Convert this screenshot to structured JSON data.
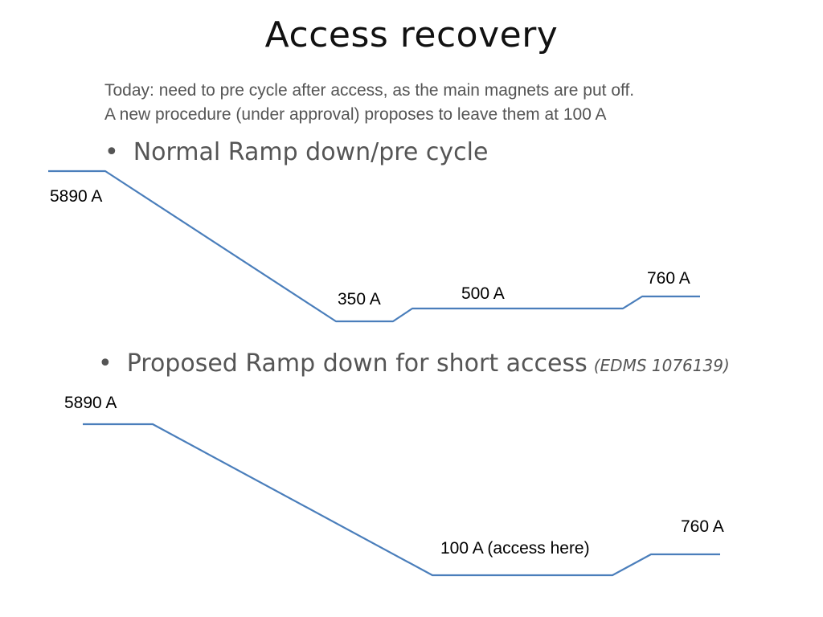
{
  "slide": {
    "title": "Access recovery",
    "intro": [
      "Today: need to pre cycle after access, as the main magnets are put off.",
      "A new procedure (under approval)  proposes to leave them at 100 A"
    ],
    "bullets": [
      {
        "text": "Normal Ramp down/pre cycle",
        "ref": ""
      },
      {
        "text": "Proposed Ramp down for short access",
        "ref": "(EDMS 1076139)"
      }
    ]
  },
  "diagrams": [
    {
      "name": "normal-ramp",
      "line_color": "#4a7ebb",
      "levels": [
        "5890 A",
        "350 A",
        "500 A",
        "760 A"
      ]
    },
    {
      "name": "proposed-ramp",
      "line_color": "#4a7ebb",
      "levels": [
        "5890 A",
        "100 A (access here)",
        "760 A"
      ]
    }
  ]
}
